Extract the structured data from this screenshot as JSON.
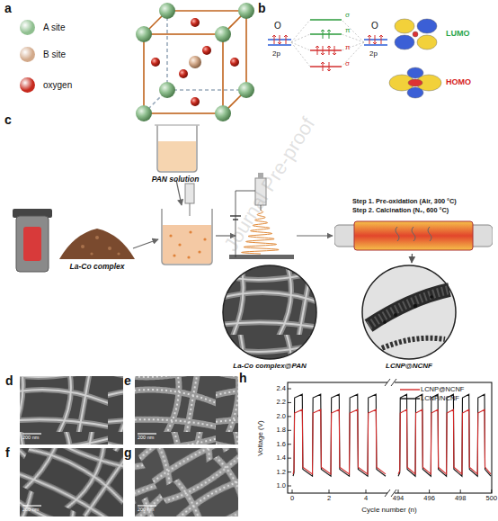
{
  "diagram": {
    "nodes": [
      {
        "text": [
          "PAN solution"
        ]
      },
      {
        "text": [
          "La-Co complex"
        ]
      },
      {
        "text": [
          "Step 1. Pre-oxidation (Air, 300 °C)",
          "Step 2. Calcination (N₂, 600 °C)"
        ]
      },
      {
        "text": [
          "La-Co complex@PAN"
        ]
      },
      {
        "text": [
          "LCNP@NCNF"
        ]
      }
    ],
    "edges": [
      {
        "from": 2,
        "to": 4,
        "arrow": "to"
      }
    ],
    "labels": [
      "a",
      "b",
      "c",
      "d",
      "e",
      "f",
      "g",
      "h",
      "O",
      "2p",
      "O",
      "2p",
      "σ",
      "π",
      "π",
      "σ",
      "LUMO",
      "HOMO",
      "200 nm",
      "200 nm",
      "200 nm",
      "200 nm",
      "2.4",
      "2.2",
      "2.0",
      "1.8",
      "1.6",
      "1.4",
      "1.2",
      "1.0",
      "Voltage (V)",
      "0",
      "2",
      "4",
      "494",
      "496",
      "498",
      "500",
      "Cycle number (n)",
      "Journal Pre-proof"
    ],
    "legend": [
      {
        "text": "A site",
        "color": "#8fbf8f"
      },
      {
        "text": "B site",
        "color": "#d2a98a"
      },
      {
        "text": "oxygen",
        "color": "#c62a1e"
      },
      {
        "text": "LCNP@NCNF"
      },
      {
        "text": "LCNP/NCNF"
      }
    ]
  }
}
